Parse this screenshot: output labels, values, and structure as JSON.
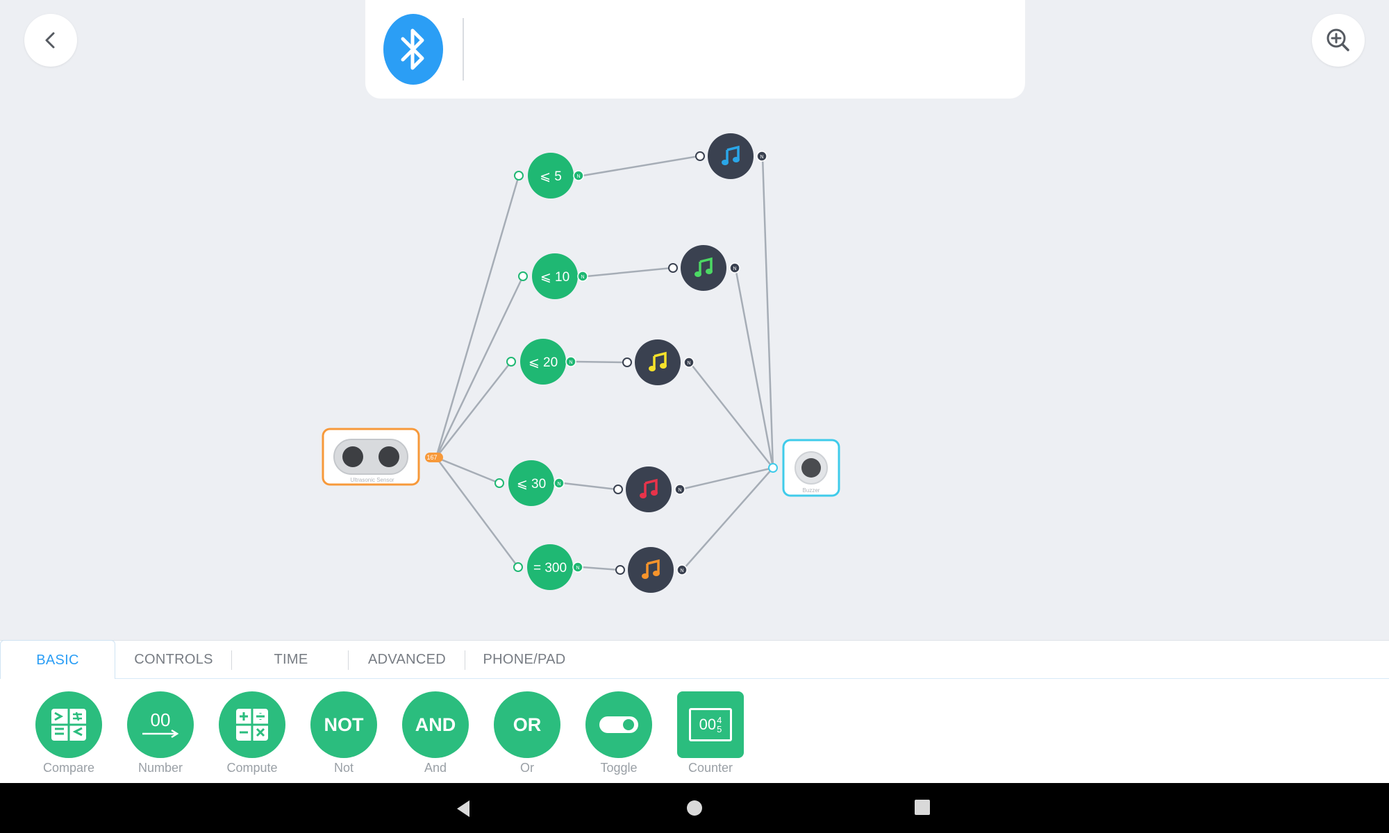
{
  "colors": {
    "accent": "#2b9ef5",
    "logic_green": "#2bbd7e",
    "compare_green": "#1fb873",
    "note_node": "#3a4150",
    "sensor_border": "#f7993a",
    "buzzer_border": "#3fcbea",
    "wire": "#a6adb6"
  },
  "graph": {
    "sensor": {
      "label": "Ultrasonic Sensor",
      "value": "167"
    },
    "buzzer": {
      "label": "Buzzer"
    },
    "comparators": [
      {
        "op": "⩽",
        "value": "5"
      },
      {
        "op": "⩽",
        "value": "10"
      },
      {
        "op": "⩽",
        "value": "20"
      },
      {
        "op": "⩽",
        "value": "30"
      },
      {
        "op": "=",
        "value": "300"
      }
    ],
    "port_label": "N",
    "notes": [
      {
        "icon": "music-note-icon",
        "color": "#2aa6e8"
      },
      {
        "icon": "music-note-icon",
        "color": "#4cd964"
      },
      {
        "icon": "music-note-icon",
        "color": "#f7e22b"
      },
      {
        "icon": "music-note-icon",
        "color": "#e8334a"
      },
      {
        "icon": "music-note-icon",
        "color": "#f7942b"
      }
    ]
  },
  "tabs": [
    "BASIC",
    "CONTROLS",
    "TIME",
    "ADVANCED",
    "PHONE/PAD"
  ],
  "active_tab": "BASIC",
  "blocks": [
    {
      "label": "Compare",
      "icon": "compare-icon"
    },
    {
      "label": "Number",
      "icon": "number-icon",
      "glyph": "00"
    },
    {
      "label": "Compute",
      "icon": "compute-icon"
    },
    {
      "label": "Not",
      "icon": "not-icon",
      "glyph": "NOT"
    },
    {
      "label": "And",
      "icon": "and-icon",
      "glyph": "AND"
    },
    {
      "label": "Or",
      "icon": "or-icon",
      "glyph": "OR"
    },
    {
      "label": "Toggle",
      "icon": "toggle-icon"
    },
    {
      "label": "Counter",
      "icon": "counter-icon",
      "glyph": "00",
      "glyph_b": "4",
      "glyph_c": "5"
    }
  ]
}
